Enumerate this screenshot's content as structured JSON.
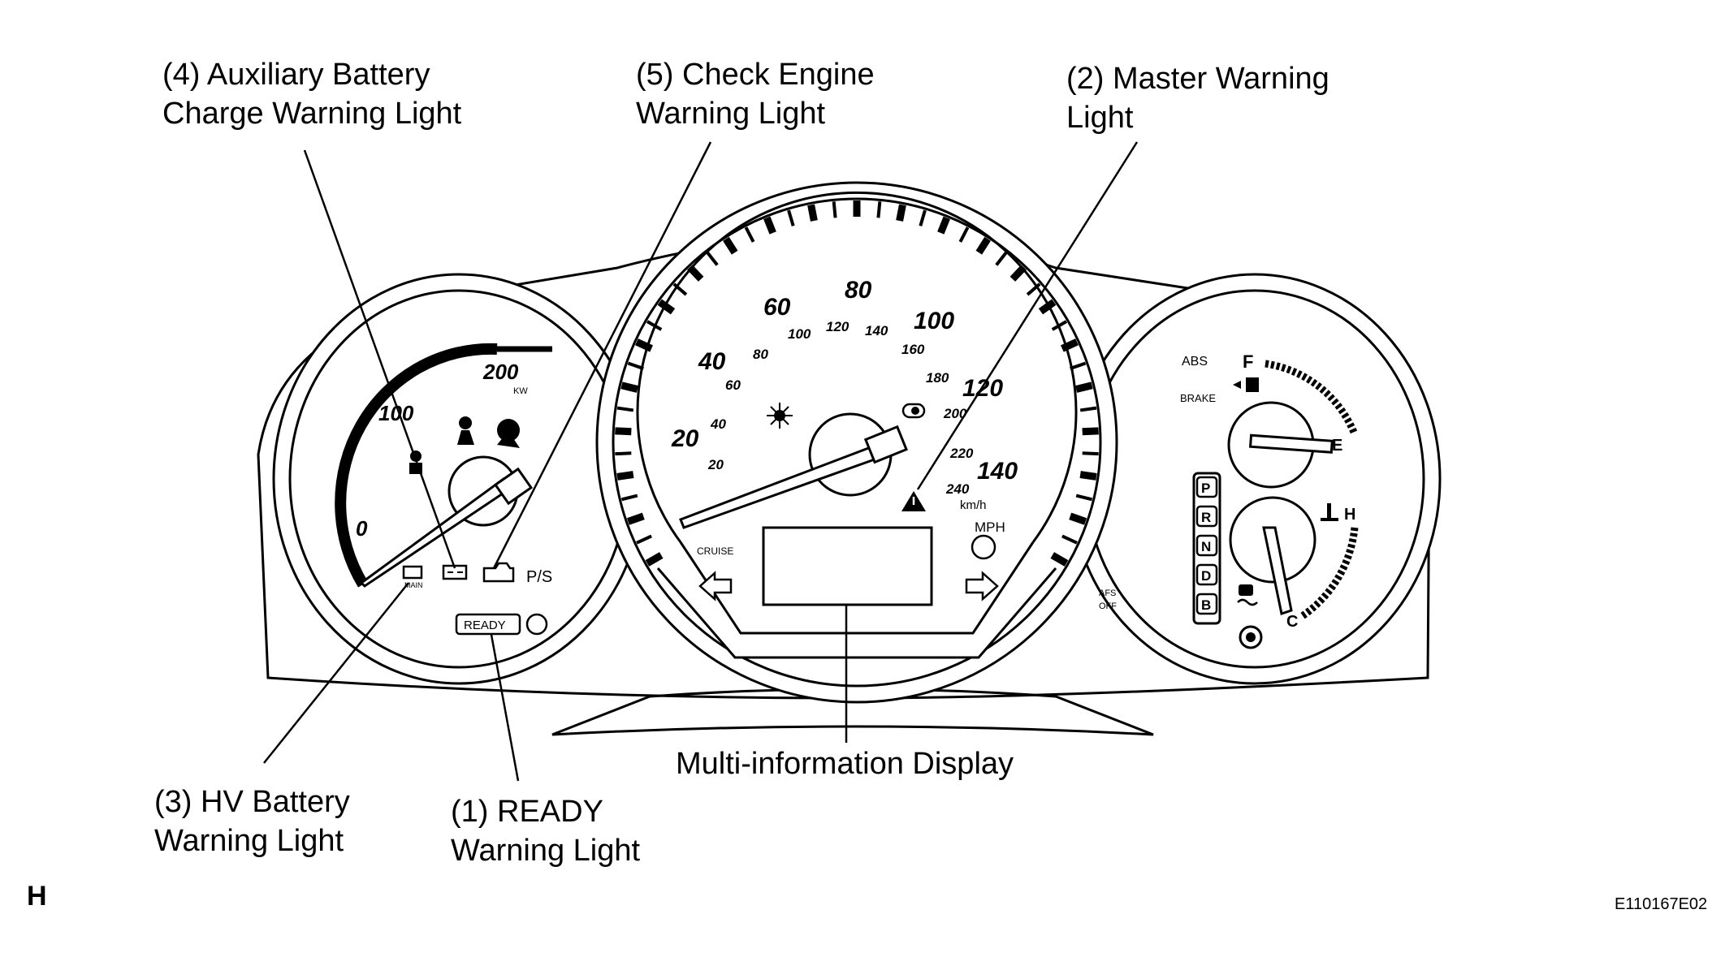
{
  "callouts": {
    "aux_battery": {
      "line1": "(4) Auxiliary Battery",
      "line2": "Charge Warning Light"
    },
    "check_engine": {
      "line1": "(5) Check Engine",
      "line2": "Warning Light"
    },
    "master_warning": {
      "line1": "(2) Master Warning",
      "line2": "Light"
    },
    "hv_battery": {
      "line1": "(3) HV Battery",
      "line2": "Warning Light"
    },
    "ready": {
      "line1": "(1) READY",
      "line2": "Warning Light"
    },
    "multi_info": {
      "line1": "Multi-information Display"
    }
  },
  "corner": {
    "left": "H",
    "right": "E110167E02"
  },
  "power_meter": {
    "ticks": [
      "0",
      "100",
      "200"
    ],
    "unit": "KW",
    "indicators": {
      "main": "MAIN",
      "ps": "P/S",
      "ready": "READY"
    }
  },
  "speedometer": {
    "mph_ticks": [
      "20",
      "40",
      "60",
      "80",
      "100",
      "120",
      "140"
    ],
    "kmh_ticks": [
      "20",
      "40",
      "60",
      "80",
      "100",
      "120",
      "140",
      "160",
      "180",
      "200",
      "220",
      "240"
    ],
    "kmh_unit": "km/h",
    "mph_unit": "MPH",
    "cruise": "CRUISE"
  },
  "right_gauge": {
    "abs": "ABS",
    "brake": "BRAKE",
    "fuel_full": "F",
    "fuel_empty": "E",
    "temp_hot": "H",
    "temp_cold": "C",
    "afs_line1": "AFS",
    "afs_line2": "OFF",
    "gears": [
      "P",
      "R",
      "N",
      "D",
      "B"
    ]
  },
  "colors": {
    "ink": "#000000",
    "paper": "#ffffff"
  }
}
